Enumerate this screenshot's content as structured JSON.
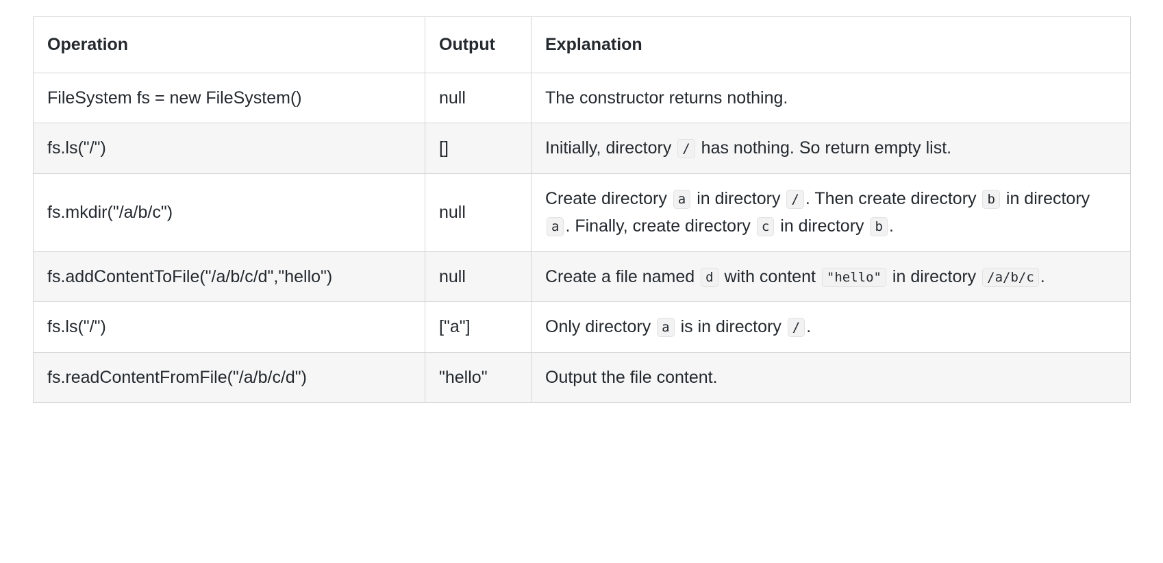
{
  "table": {
    "columns": [
      {
        "key": "operation",
        "label": "Operation"
      },
      {
        "key": "output",
        "label": "Output"
      },
      {
        "key": "explanation",
        "label": "Explanation"
      }
    ],
    "rows": [
      {
        "operation": "FileSystem fs = new FileSystem()",
        "output": "null",
        "explanation_parts": [
          {
            "type": "text",
            "value": "The constructor returns nothing."
          }
        ],
        "shaded": false
      },
      {
        "operation": "fs.ls(\"/\")",
        "output": "[]",
        "explanation_parts": [
          {
            "type": "text",
            "value": "Initially, directory "
          },
          {
            "type": "code",
            "value": "/"
          },
          {
            "type": "text",
            "value": " has nothing. So return empty list."
          }
        ],
        "shaded": true
      },
      {
        "operation": "fs.mkdir(\"/a/b/c\")",
        "output": "null",
        "explanation_parts": [
          {
            "type": "text",
            "value": "Create directory "
          },
          {
            "type": "code",
            "value": "a"
          },
          {
            "type": "text",
            "value": " in directory "
          },
          {
            "type": "code",
            "value": "/"
          },
          {
            "type": "text",
            "value": ". Then create directory "
          },
          {
            "type": "code",
            "value": "b"
          },
          {
            "type": "text",
            "value": " in directory "
          },
          {
            "type": "code",
            "value": "a"
          },
          {
            "type": "text",
            "value": ". Finally, create directory "
          },
          {
            "type": "code",
            "value": "c"
          },
          {
            "type": "text",
            "value": " in directory "
          },
          {
            "type": "code",
            "value": "b"
          },
          {
            "type": "text",
            "value": "."
          }
        ],
        "shaded": false
      },
      {
        "operation": "fs.addContentToFile(\"/a/b/c/d\",\"hello\")",
        "output": "null",
        "explanation_parts": [
          {
            "type": "text",
            "value": "Create a file named "
          },
          {
            "type": "code",
            "value": "d"
          },
          {
            "type": "text",
            "value": " with content "
          },
          {
            "type": "code",
            "value": "\"hello\""
          },
          {
            "type": "text",
            "value": " in directory "
          },
          {
            "type": "code",
            "value": "/a/b/c"
          },
          {
            "type": "text",
            "value": "."
          }
        ],
        "shaded": true
      },
      {
        "operation": "fs.ls(\"/\")",
        "output": "[\"a\"]",
        "explanation_parts": [
          {
            "type": "text",
            "value": "Only directory "
          },
          {
            "type": "code",
            "value": "a"
          },
          {
            "type": "text",
            "value": " is in directory "
          },
          {
            "type": "code",
            "value": "/"
          },
          {
            "type": "text",
            "value": "."
          }
        ],
        "shaded": false
      },
      {
        "operation": "fs.readContentFromFile(\"/a/b/c/d\")",
        "output": "\"hello\"",
        "explanation_parts": [
          {
            "type": "text",
            "value": "Output the file content."
          }
        ],
        "shaded": true
      }
    ]
  },
  "colors": {
    "border": "#d4d4d4",
    "shaded_row": "#f6f6f6",
    "text": "#24292e",
    "code_background": "#f2f2f2",
    "code_border": "#e2e2e2"
  }
}
